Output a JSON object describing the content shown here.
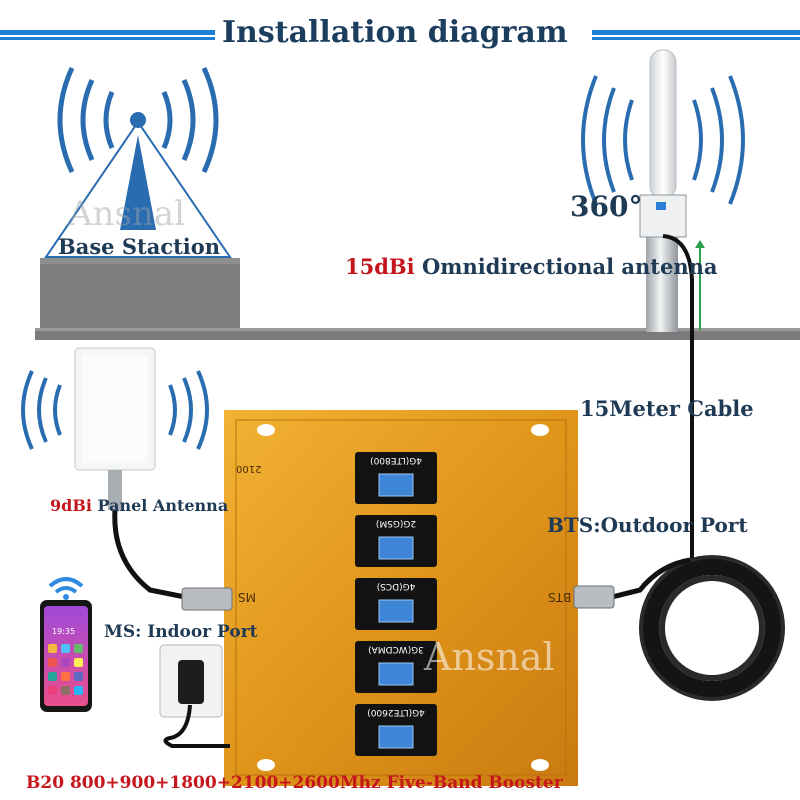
{
  "title": "Installation diagram",
  "base_station": {
    "label": "Base Staction"
  },
  "outdoor_antenna": {
    "angle": "360°",
    "gain": "15dBi",
    "label": "Omnidirectional antenna"
  },
  "cable": {
    "label": "15Meter Cable"
  },
  "panel_antenna": {
    "gain": "9dBi",
    "label": "Panel Antenna"
  },
  "ports": {
    "indoor": "MS: Indoor Port",
    "outdoor": "BTS:Outdoor Port"
  },
  "booster": {
    "model": "B20 800+900+1800+2100+2600Mhz Five-Band Booster",
    "side_labels": {
      "left": "MS",
      "right": "BTS",
      "top": "2100"
    },
    "bands": [
      "4G(LTE800)",
      "2G(GSM)",
      "4G(DCS)",
      "3G(WCDMA)",
      "4G(LTE2600)"
    ],
    "body_color": "#e39a1e"
  },
  "phone": {
    "time": "19:35"
  },
  "watermark": "Ansnal"
}
